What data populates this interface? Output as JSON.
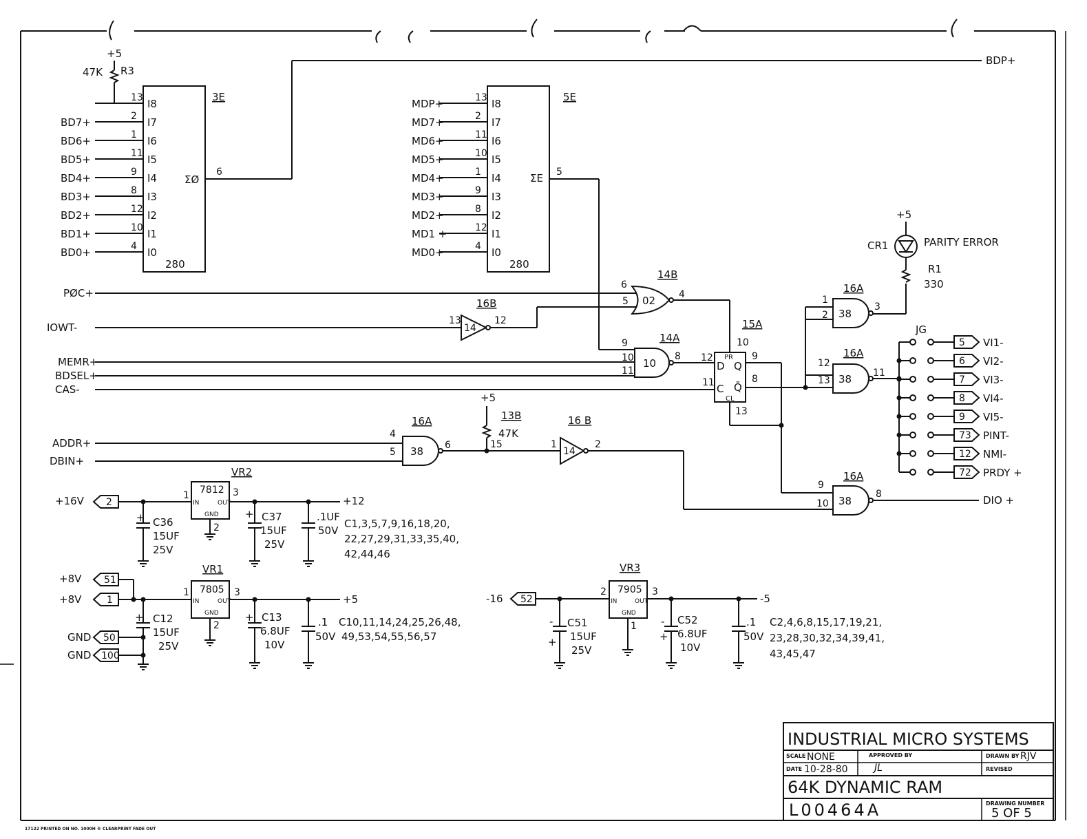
{
  "signals": {
    "bdp": "BDP+",
    "bd": [
      "BD7+",
      "BD6+",
      "BD5+",
      "BD4+",
      "BD3+",
      "BD2+",
      "BD1+",
      "BD0+"
    ],
    "mdp": "MDP+",
    "md": [
      "MD7+",
      "MD6+",
      "MD5+",
      "MD4+",
      "MD3+",
      "MD2+",
      "MD1 +",
      "MD0+"
    ],
    "poc": "PØC+",
    "iowt": "IOWT-",
    "memr": "MEMR+",
    "bdsel": "BDSEL+",
    "cas": "CAS-",
    "addr": "ADDR+",
    "dbin": "DBIN+",
    "dio": "DIO +",
    "plus5_top": "+5",
    "plus5_mid": "+5",
    "plus5_led": "+5"
  },
  "parts": {
    "r3_value": "47K",
    "r3_ref": "R3",
    "u3e": {
      "ref": "3E",
      "type": "280",
      "out": "ΣØ",
      "out_pin": "6"
    },
    "u5e": {
      "ref": "5E",
      "type": "280",
      "out": "ΣE",
      "out_pin": "5"
    },
    "inputs": [
      "I8",
      "I7",
      "I6",
      "I5",
      "I4",
      "I3",
      "I2",
      "I1",
      "I0"
    ],
    "u3e_pins": [
      "13",
      "2",
      "1",
      "11",
      "9",
      "8",
      "12",
      "10",
      "4"
    ],
    "u5e_pins": [
      "13",
      "2",
      "11",
      "10",
      "1",
      "9",
      "8",
      "12",
      "4"
    ],
    "g14b": {
      "ref": "14B",
      "label": "02",
      "in1": "6",
      "in2": "5",
      "out": "4"
    },
    "g16b_top": {
      "ref": "16B",
      "label": "14",
      "in": "13",
      "out": "12"
    },
    "g14a": {
      "ref": "14A",
      "label": "10",
      "in1": "9",
      "in2": "10",
      "in3": "11",
      "out": "8"
    },
    "ff15a": {
      "ref": "15A",
      "pr": "PR",
      "cl": "CL",
      "d": "D",
      "c": "C",
      "q": "Q",
      "qn": "Q̄",
      "pin_pr": "10",
      "pin_d": "12",
      "pin_c": "11",
      "pin_q": "9",
      "pin_qn": "8",
      "pin_cl": "13"
    },
    "g16a_top": {
      "ref": "16A",
      "label": "38",
      "in1": "1",
      "in2": "2",
      "out": "3"
    },
    "g16a_mid": {
      "ref": "16A",
      "label": "38",
      "in1": "12",
      "in2": "13",
      "out": "11"
    },
    "g16a_bot": {
      "ref": "16A",
      "label": "38",
      "in1": "9",
      "in2": "10",
      "out": "8"
    },
    "g16a_left": {
      "ref": "16A",
      "label": "38",
      "in1": "4",
      "in2": "5",
      "out": "6"
    },
    "r13b": {
      "ref": "13B",
      "value": "47K",
      "pin": "15"
    },
    "g16b_bot": {
      "ref": "16 B",
      "label": "14",
      "in": "1",
      "out": "2"
    },
    "cr1": "CR1",
    "parity": "PARITY ERROR",
    "r1_ref": "R1",
    "r1_value": "330",
    "jg": "JG",
    "jg_pins": [
      "5",
      "6",
      "7",
      "8",
      "9",
      "73",
      "12",
      "72"
    ],
    "jg_names": [
      "VI1-",
      "VI2-",
      "VI3-",
      "VI4-",
      "VI5-",
      "PINT-",
      "NMI-",
      "PRDY +"
    ]
  },
  "power": {
    "vr2": {
      "ref": "VR2",
      "type": "7812",
      "in": "IN",
      "out": "OUT",
      "gnd": "GND",
      "pin_in": "1",
      "pin_out": "3",
      "pin_gnd": "2"
    },
    "vr1": {
      "ref": "VR1",
      "type": "7805",
      "in": "IN",
      "out": "OUT",
      "gnd": "GND",
      "pin_in": "1",
      "pin_out": "3",
      "pin_gnd": "2"
    },
    "vr3": {
      "ref": "VR3",
      "type": "7905",
      "in": "IN",
      "out": "OUT",
      "gnd": "GND",
      "pin_in": "2",
      "pin_out": "3",
      "pin_gnd": "1"
    },
    "v16_label": "+16V",
    "v16_pin": "2",
    "v8a_label": "+8V",
    "v8a_pin": "51",
    "v8b_label": "+8V",
    "v8b_pin": "1",
    "gnda_label": "GND",
    "gnda_pin": "50",
    "gndb_label": "GND",
    "gndb_pin": "100",
    "vm16_label": "-16",
    "vm16_pin": "52",
    "out12": "+12",
    "out5": "+5",
    "outm5": "-5",
    "c36": [
      "C36",
      "15UF",
      "25V"
    ],
    "c37": [
      "C37",
      "15UF",
      "25V"
    ],
    "c12": [
      "C12",
      "15UF",
      "25V"
    ],
    "c13": [
      "C13",
      "6.8UF",
      "10V"
    ],
    "c51": [
      "C51",
      "15UF",
      "25V"
    ],
    "c52": [
      "C52",
      "6.8UF",
      "10V"
    ],
    "cap12_val": [
      ".1UF",
      "50V"
    ],
    "cap5_val": [
      ".1",
      "50V"
    ],
    "capm5_val": [
      ".1",
      "50V"
    ],
    "list12": [
      "C1,3,5,7,9,16,18,20,",
      "22,27,29,31,33,35,40,",
      "42,44,46"
    ],
    "list5": [
      "C10,11,14,24,25,26,48,",
      "49,53,54,55,56,57"
    ],
    "listm5": [
      "C2,4,6,8,15,17,19,21,",
      "23,28,30,32,34,39,41,",
      "43,45,47"
    ],
    "plus": "+",
    "minus": "-"
  },
  "title_block": {
    "company": "INDUSTRIAL MICRO SYSTEMS",
    "scale_label": "SCALE",
    "scale": "NONE",
    "approved_label": "APPROVED BY",
    "approved_sig": "JL",
    "drawn_label": "DRAWN BY",
    "drawn": "RJV",
    "date_label": "DATE",
    "date": "10-28-80",
    "revised_label": "REVISED",
    "title": "64K DYNAMIC RAM",
    "number": "L00464A",
    "drawing_number_label": "DRAWING NUMBER",
    "sheet": "5 OF 5"
  },
  "footer": "17122   PRINTED ON NO. 1000H ® CLEARPRINT FADE OUT"
}
